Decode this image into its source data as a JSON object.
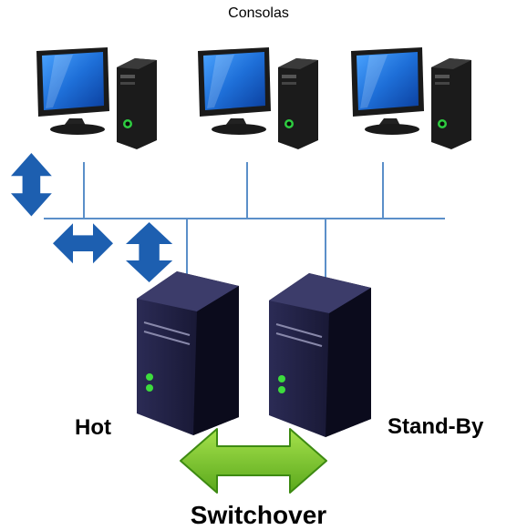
{
  "title": "Consolas",
  "labels": {
    "hot": "Hot",
    "standby": "Stand-By",
    "switchover": "Switchover"
  },
  "nodes": {
    "consoles": [
      "console",
      "console",
      "console"
    ],
    "servers": [
      "hot-server",
      "standby-server"
    ]
  },
  "colors": {
    "network_line": "#5b8fc9",
    "blue_arrow": "#1d5fb0",
    "green_arrow": "#74c42a",
    "green_arrow_outline": "#3d8a12",
    "monitor_screen": "#1e6fd8",
    "server_body": "#1c1c3a"
  }
}
